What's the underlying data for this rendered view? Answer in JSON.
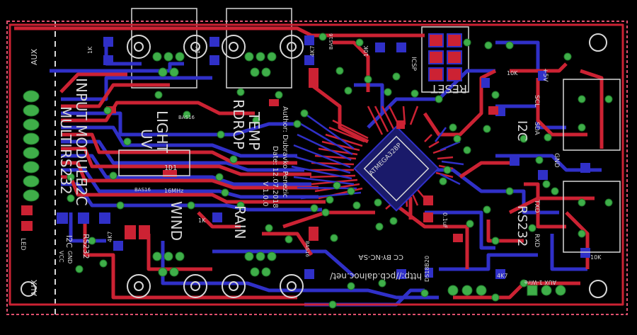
{
  "colors": {
    "background": "#000000",
    "top_copper": "#cc2233",
    "bottom_copper": "#3030c8",
    "pad": "#3fae49",
    "silkscreen": "#d8d8d8",
    "outline": "#e0506e"
  },
  "labels": {
    "aux_top": "AUX",
    "aux_bottom": "AUX",
    "multi": "MULTI",
    "rs232_main": "RS232",
    "input_module": "INPUT MODULE",
    "i2c_left": "I2C",
    "i2c_left2": "I2C",
    "rs232_left": "RS232",
    "led": "LED",
    "gnd_left": "GND",
    "vcc_left": "VCC",
    "uv": "UV",
    "light": "LIGHT",
    "rdrop": "RDROP",
    "temp": "TEMP",
    "wind": "WIND",
    "rain": "RAIN",
    "version": "V 1.0.0",
    "date": "Date: 12.07.2018",
    "author": "Author: Dubravko Penezic",
    "mcu": "ATMEGA328P",
    "icsp": "ICSP",
    "reset": "RESET",
    "i2c_right": "I2C",
    "rs232_right": "RS232",
    "scl": "SCL",
    "sda": "SDA",
    "gnd": "GND",
    "plus5v": "+5V",
    "txd": "TXD",
    "rxd": "RXD",
    "aux_1wire": "AUX 1-Wire",
    "license": "CC BY-NC-SA",
    "url": "http://pcb.dalnoc.net/",
    "ds18b20": "DS18B20",
    "bas16": "BAS16",
    "r10k": "10K",
    "r1k": "1K",
    "r4k7": "4K7",
    "cap": "0.1uF",
    "xtal": "16MHz",
    "lm": "1D1"
  }
}
